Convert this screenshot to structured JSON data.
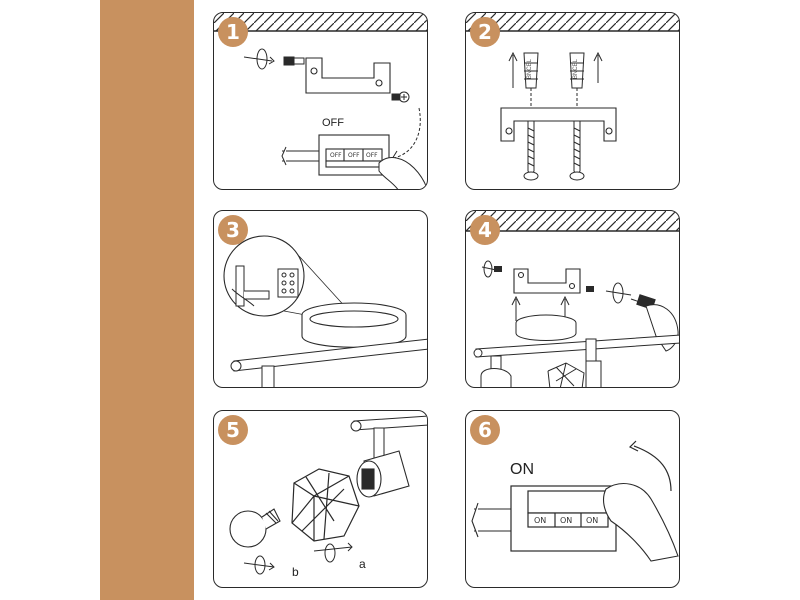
{
  "steps": [
    {
      "number": "1",
      "label": "OFF",
      "switch_labels": [
        "OFF",
        "OFF",
        "OFF"
      ]
    },
    {
      "number": "2",
      "anchor_text": "BNCEL"
    },
    {
      "number": "3"
    },
    {
      "number": "4"
    },
    {
      "number": "5",
      "labels": [
        "b",
        "a"
      ]
    },
    {
      "number": "6",
      "label": "ON",
      "switch_labels": [
        "ON",
        "ON",
        "ON"
      ]
    }
  ],
  "colors": {
    "accent": "#c8915f",
    "line": "#2a2a2a"
  }
}
